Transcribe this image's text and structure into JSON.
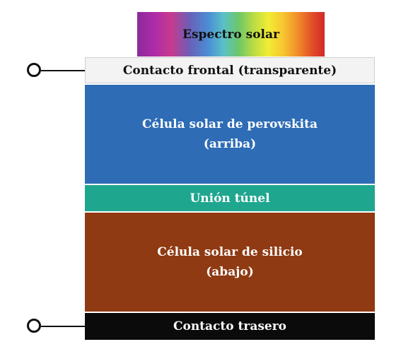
{
  "diagram": {
    "spectrum_label": "Espectro solar",
    "layers": {
      "front_contact": "Contacto frontal (transparente)",
      "perovskite_line1": "Célula solar de perovskita",
      "perovskite_line2": "(arriba)",
      "tunnel_junction": "Unión túnel",
      "silicon_line1": "Célula solar de silicio",
      "silicon_line2": "(abajo)",
      "back_contact": "Contacto trasero"
    },
    "colors": {
      "front_contact": "#f3f3f3",
      "perovskite": "#2e6cb5",
      "tunnel_junction": "#1fa68e",
      "silicon": "#8f3a12",
      "back_contact": "#0b0b0b"
    },
    "icons": [
      "terminal-top-icon",
      "terminal-bottom-icon"
    ]
  }
}
